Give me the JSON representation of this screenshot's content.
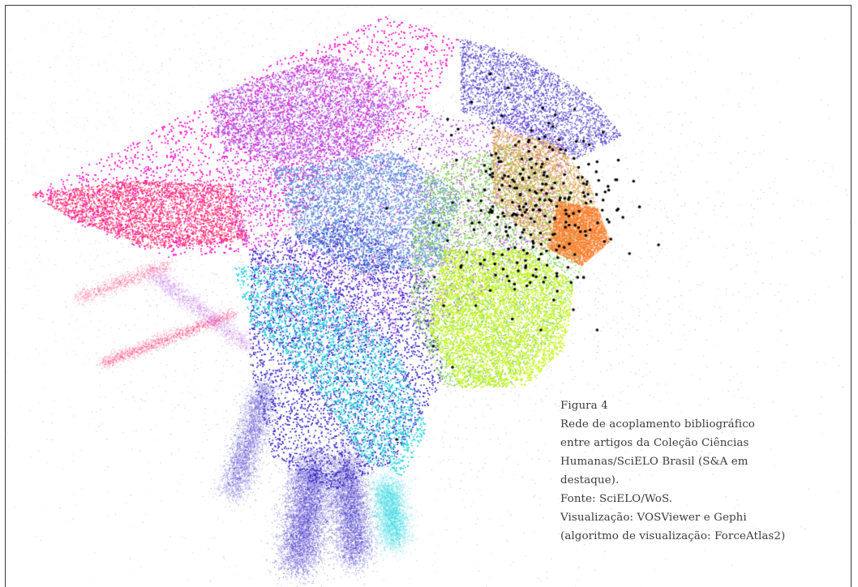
{
  "figure": {
    "caption_lines": [
      "Figura 4",
      "Rede de acoplamento bibliográfico",
      "entre artigos da Coleção Ciências",
      "Humanas/SciELO Brasil (S&A em",
      "destaque).",
      "Fonte: SciELO/WoS.",
      "Visualização: VOSViewer e Gephi",
      "(algoritmo de visualização: ForceAtlas2)"
    ]
  },
  "network": {
    "highlight_color": "#000000",
    "cluster_colors": [
      "#ff2fd2",
      "#ff2a6a",
      "#b04ae0",
      "#3a2cc8",
      "#2fd6e0",
      "#4a8ad8",
      "#c8f52a",
      "#8bd85a",
      "#ff7a2a",
      "#d9a04a"
    ]
  }
}
